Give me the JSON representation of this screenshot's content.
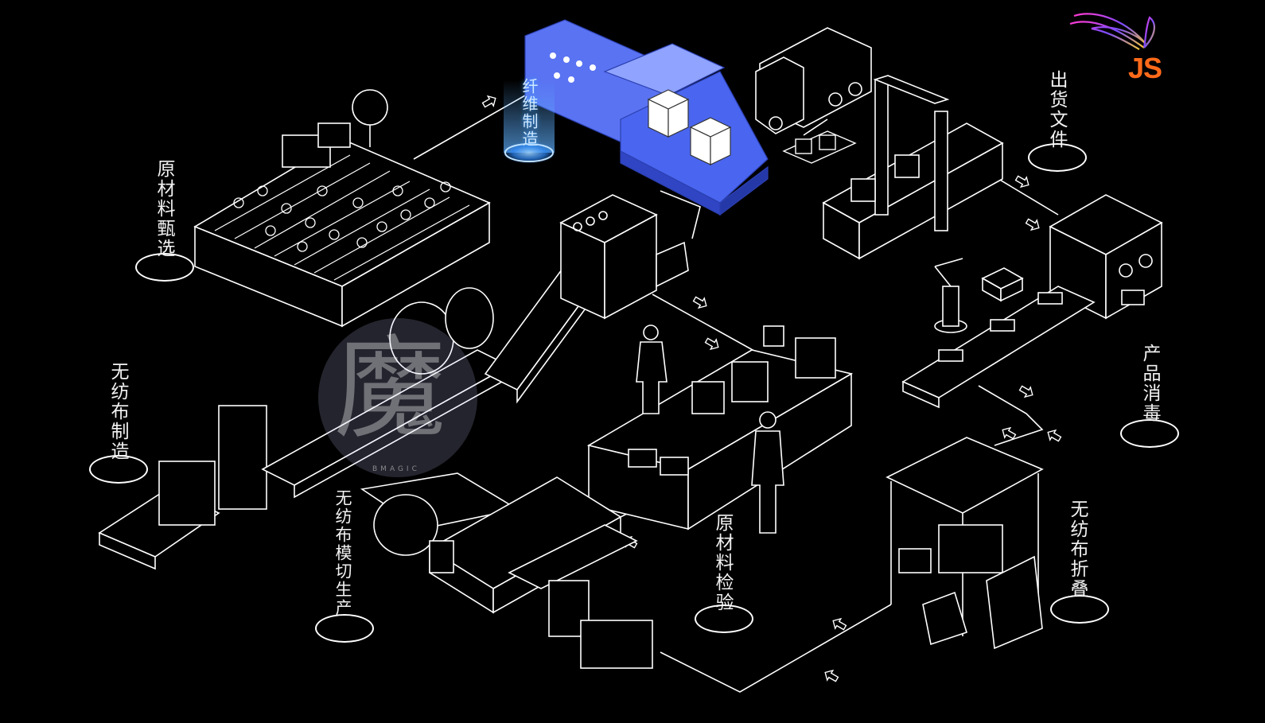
{
  "logo": {
    "text": "JS",
    "accent": "#ff6a1a"
  },
  "watermark": {
    "glyph": "魔",
    "subtitle": "BMAGIC"
  },
  "stages": [
    {
      "id": "raw-material-screening",
      "label": "原材料甄选"
    },
    {
      "id": "fiber-manufacturing",
      "label": "纤维制造"
    },
    {
      "id": "shipping-documents",
      "label": "出货文件"
    },
    {
      "id": "nonwoven-manufacturing",
      "label": "无纺布制造"
    },
    {
      "id": "product-disinfection",
      "label": "产品消毒"
    },
    {
      "id": "nonwoven-die-cutting",
      "label": "无纺布模切生产"
    },
    {
      "id": "raw-material-inspection",
      "label": "原材料检验"
    },
    {
      "id": "nonwoven-folding",
      "label": "无纺布折叠"
    }
  ],
  "colors": {
    "background": "#000000",
    "line": "#ffffff",
    "highlight": "#4a66f0",
    "glow": "#2f8cff"
  },
  "icons": [
    "logo-swirl-icon",
    "flow-arrow-icon",
    "truck-icon",
    "robot-arm-icon",
    "conveyor-icon",
    "person-icon"
  ]
}
